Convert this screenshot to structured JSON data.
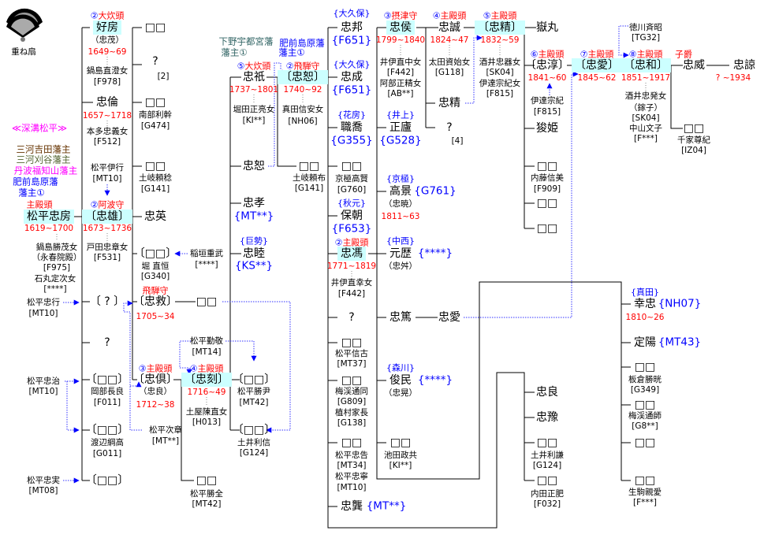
{
  "colors": {
    "highlight": "#ccffff",
    "title": "#ff0000",
    "link": "#0000ff"
  },
  "crest": {
    "icon": "kasane-ogi-fan-crest-icon"
  },
  "labels": {
    "crest_label": "重ね扇",
    "clan_name": "≪深溝松平≫",
    "domain_1": "三河吉田藩主",
    "domain_2": "三河刈谷藩主",
    "domain_3": "丹波福知山藩主",
    "domain_4": "肥前島原藩",
    "domain_5": "藩主①",
    "tadafusa_title": {
      "num": "",
      "text": "主殿頭"
    },
    "tadafusa": "松平忠房",
    "tadafusa_years": "1619~1700",
    "tadafusa_wife1": "鍋島勝茂女",
    "tadafusa_wife1_alias": "（永春院殿）",
    "tadafusa_wife1_code": "[F975]",
    "tadafusa_wife2": "石丸定次女",
    "tadafusa_wife2_code": "[****]",
    "tadayuki": "松平忠行",
    "tadayuki_code": "[MT10]",
    "tadaharu": "松平忠治",
    "tadaharu_code": "[MT10]",
    "tadazane": "松平忠実",
    "tadazane_code": "[MT08]",
    "yoshifusa_title": {
      "num": "②",
      "text": "大炊頭"
    },
    "yoshifusa": "好房",
    "yoshifusa_alias": "（忠茂）",
    "yoshifusa_years": "1649~69",
    "yoshifusa_wife": "鍋島直澄女",
    "yoshifusa_wife_code": "[F978]",
    "tadatomo": "忠倫",
    "tadatomo_years": "1657~1718",
    "tadatomo_wife": "本多忠義女",
    "tadatomo_wife_code": "[F512]",
    "koreyuki": "松平伊行",
    "koreyuki_code": "[MT10]",
    "tadao_title": {
      "num": "②",
      "text": "阿波守"
    },
    "tadao": "〔忠雄〕",
    "tadao_years": "1673~1736",
    "tadao_wife": "戸田忠章女",
    "tadao_wife_code": "[F531]",
    "c2_unknown1": "〔 ? 〕",
    "c2_unknown2": "?",
    "c2_child6": "〔□□〕",
    "c2_child6_spouse": "岡部長良",
    "c2_child6_code": "[F011]",
    "c2_child7": "〔□□〕",
    "c2_child7_spouse": "渡辺綱高",
    "c2_child7_code": "[G011]",
    "c2_child8": "〔□□〕",
    "c3_child1": "□□",
    "c3_unknown": "?",
    "c3_unknown_note": "[2]",
    "c3_child3": "□□",
    "c3_child3_spouse": "南部利幹",
    "c3_child3_code": "[G474]",
    "c3_child4": "□□",
    "c3_child4_spouse": "土岐頼稔",
    "c3_child4_code": "[G141]",
    "tadahide": "忠英",
    "c3_child6": "〔□□〕",
    "c3_child6_spouse": "堀  直恒",
    "c3_child6_code": "[G340]",
    "inagaki": "稲垣重武",
    "inagaki_code": "[****]",
    "tadahira_title": {
      "num": "",
      "text": "飛騨守"
    },
    "tadahira": "〔忠救〕",
    "tadahira_years": "1705~34",
    "tadahira_child": "□□",
    "tadatomo2_title": {
      "num": "③",
      "text": "主殿頭"
    },
    "tadatomo2": "〔忠倶〕",
    "tadatomo2_alias": "（忠良）",
    "tadatomo2_years": "1712~38",
    "tsugiaki": "松平次章",
    "tsugiaki_code": "[MT**]",
    "katsutaka": "松平勤敬",
    "katsutaka_code": "[MT14]",
    "tadatoki_title": {
      "num": "④",
      "text": "主殿頭"
    },
    "tadatoki": "〔忠刻〕",
    "tadatoki_years": "1716~49",
    "tadatoki_wife": "土屋陳直女",
    "tadatoki_wife_code": "[H013]",
    "c4b_child": "□□",
    "c4b_child_spouse": "松平勝全",
    "c4b_child_code": "[MT42]",
    "utsunomiya_1": "下野宇都宮藩",
    "utsunomiya_2": "藩主①",
    "tadamasa_title": {
      "num": "⑤",
      "text": "大炊頭"
    },
    "tadamasa": "忠祇",
    "tadamasa_years": "1737~1801",
    "tadamasa_wife": "堀田正亮女",
    "tadamasa_wife_code": "[KI**]",
    "tadahiro_c4": "忠恕",
    "tadataka": "忠孝",
    "tadataka_code": "{MT**}",
    "tadachika_clan": "{巨勢}",
    "tadachika": "忠睦",
    "tadachika_code": "{KS**}",
    "c4_child5": "〔□□〕",
    "c4_child5_spouse": "松平勝尹",
    "c4_child5_code": "[MT42]",
    "c4_child6": "〔□□〕",
    "c4_child6_spouse": "土井利信",
    "c4_child6_code": "[G124]",
    "shimabara_1": "肥前島原藩",
    "shimabara_2": "藩主①",
    "tadahiro_title": {
      "num": "②",
      "text": "飛騨守"
    },
    "tadahiro": "〔忠恕〕",
    "tadahiro_years": "1740~92",
    "tadahiro_wife": "真田信安女",
    "tadahiro_wife_code": "[NH06]",
    "c5a_child": "□□",
    "c5a_child_spouse": "土岐頼布",
    "c5a_child_code": "[G141]",
    "tadakuni_clan": "{大久保}",
    "tadakuni": "忠邦",
    "tadakuni_code": "{F651}",
    "tadanari_clan": "{大久保}",
    "tadanari": "忠成",
    "tadanari_code": "{F651}",
    "motoyoshi_clan": "{花房}",
    "motoyoshi": "職喬",
    "motoyoshi_code": "{G355}",
    "c5_child4": "□□",
    "c5_child4_spouse": "京極高賢",
    "c5_child4_code": "[G760]",
    "yasutomo_clan": "{秋元}",
    "yasutomo": "保朝",
    "yasutomo_code": "{F653}",
    "tadayori_title": {
      "num": "②",
      "text": "主殿頭"
    },
    "tadayori": "忠馮",
    "tadayori_years": "1771~1819",
    "tadayori_wife": "井伊直幸女",
    "tadayori_wife_code": "[F442]",
    "c5_unknown": "?",
    "c5_child8": "□□",
    "c5_child8_spouse": "松平信古",
    "c5_child8_code": "[MT37]",
    "c5_child9": "□□",
    "c5_child9_spouse1": "梅渓通同",
    "c5_child9_code1": "[G809]",
    "c5_child9_spouse2": "植村家長",
    "c5_child9_code2": "[G138]",
    "c5_child10": "□□",
    "c5_child10_spouse1": "松平忠告",
    "c5_child10_code1": "[MT34]",
    "c5_child10_spouse2": "松平忠寧",
    "c5_child10_code2": "[MT10]",
    "tadataka2": "忠龔",
    "tadataka2_code": "{MT**}",
    "tadanobu_title": {
      "num": "③",
      "text": "摂津守"
    },
    "tadanobu": "忠侯",
    "tadanobu_years": "1799~1840",
    "tadanobu_wife1": "井伊直中女",
    "tadanobu_wife1_code": "[F442]",
    "tadanobu_wife2": "阿部正精女",
    "tadanobu_wife2_code": "[AB**]",
    "masayoshi_clan": "{井上}",
    "masayoshi": "正廬",
    "masayoshi_code": "{G528}",
    "takakage_clan": "{京極}",
    "takakage": "高景",
    "takakage_code": "{G761}",
    "takakage_alias": "（忠暁）",
    "takakage_years": "1811~63",
    "motoyuki_clan": "{中西}",
    "motoyuki": "元歴",
    "motoyuki_code": "{****}",
    "motoyuki_alias": "（忠舛）",
    "tadaatsu": "忠篤",
    "tadaatsu_son": "忠愛",
    "toshitami_clan": "{森川}",
    "toshitami": "俊民",
    "toshitami_code": "{****}",
    "toshitami_alias": "（忠晃）",
    "c6_child": "□□",
    "c6_child_spouse": "池田政共",
    "c6_child_code": "[KI**]",
    "tadazane2_title": {
      "num": "④",
      "text": "主殿頭"
    },
    "tadazane2": "忠誠",
    "tadazane2_years": "1824~47",
    "tadazane2_wife": "太田資始女",
    "tadazane2_wife_code": "[G118]",
    "tadakiyo_c7": "忠精",
    "c7_unknown": "?",
    "c7_unknown_note": "[4]",
    "tadakiyo_title": {
      "num": "⑤",
      "text": "主殿頭"
    },
    "tadakiyo": "〔忠精〕",
    "tadakiyo_years": "1832~59",
    "tadakiyo_wife1": "酒井忠器女",
    "tadakiyo_wife1_code": "[SK04]",
    "tadakiyo_wife2": "伊達宗紀女",
    "tadakiyo_wife2_code": "[F815]",
    "gakumaru": "嶽丸",
    "tadaatsu2_title": {
      "num": "⑥",
      "text": "主殿頭"
    },
    "tadaatsu2": "〔忠淳〕",
    "tadaatsu2_years": "1841~60",
    "date_munetada": "伊達宗紀",
    "date_code": "[F815]",
    "shunki": "狻姫",
    "c8_child4": "□□",
    "c8_child4_spouse": "内藤信美",
    "c8_child4_code": "[F909]",
    "c8_child5": "□□",
    "c8_child6": "□□",
    "tadanaru_title": {
      "num": "⑦",
      "text": "主殿頭"
    },
    "tadanaru": "〔忠愛〕",
    "tadanaru_years": "1845~62",
    "nariaki": "徳川斉昭",
    "nariaki_code": "[TG32]",
    "tadakazu_title": {
      "num": "⑧",
      "text": "主殿頭"
    },
    "tadakazu": "〔忠和〕",
    "tadakazu_years": "1851~1917",
    "tadakazu_wife1": "酒井忠発女",
    "tadakazu_wife1_alias": "（鎵子）",
    "tadakazu_wife1_code": "[SK04]",
    "tadakazu_wife2": "中山文子",
    "tadakazu_wife2_code": "[F***]",
    "tadatake_title": {
      "num": "",
      "text": "子爵"
    },
    "tadatake": "忠威",
    "tadatsugu": "忠諒",
    "tadatsugu_years": "?  ~1934",
    "c9_child": "□□",
    "c9_child_spouse": "千家尊紀",
    "c9_child_code": "[IZ04]",
    "yukitada_clan": "{真田}",
    "yukitada": "幸忠",
    "yukitada_code": "{NH07}",
    "yukitada_years": "1810~26",
    "sadaaki": "定陽",
    "sadaaki_code": "{MT43}",
    "br_child3": "□□",
    "br_child3_spouse": "板倉勝晄",
    "br_child3_code": "[G349]",
    "br_child4": "□□",
    "br_child4_spouse": "梅渓通師",
    "br_child4_code": "[G8**]",
    "br_child5": "□□",
    "br_child6": "□□",
    "br_child6_spouse": "生駒親愛",
    "br_child6_code": "[F***]",
    "tadayoshi": "忠良",
    "tadayasu": "忠豫",
    "bm_child3": "□□",
    "bm_child3_spouse": "土井利謙",
    "bm_child3_code": "[G124]",
    "bm_child4": "□□",
    "bm_child4_spouse": "内田正肥",
    "bm_child4_code": "[F032]"
  }
}
